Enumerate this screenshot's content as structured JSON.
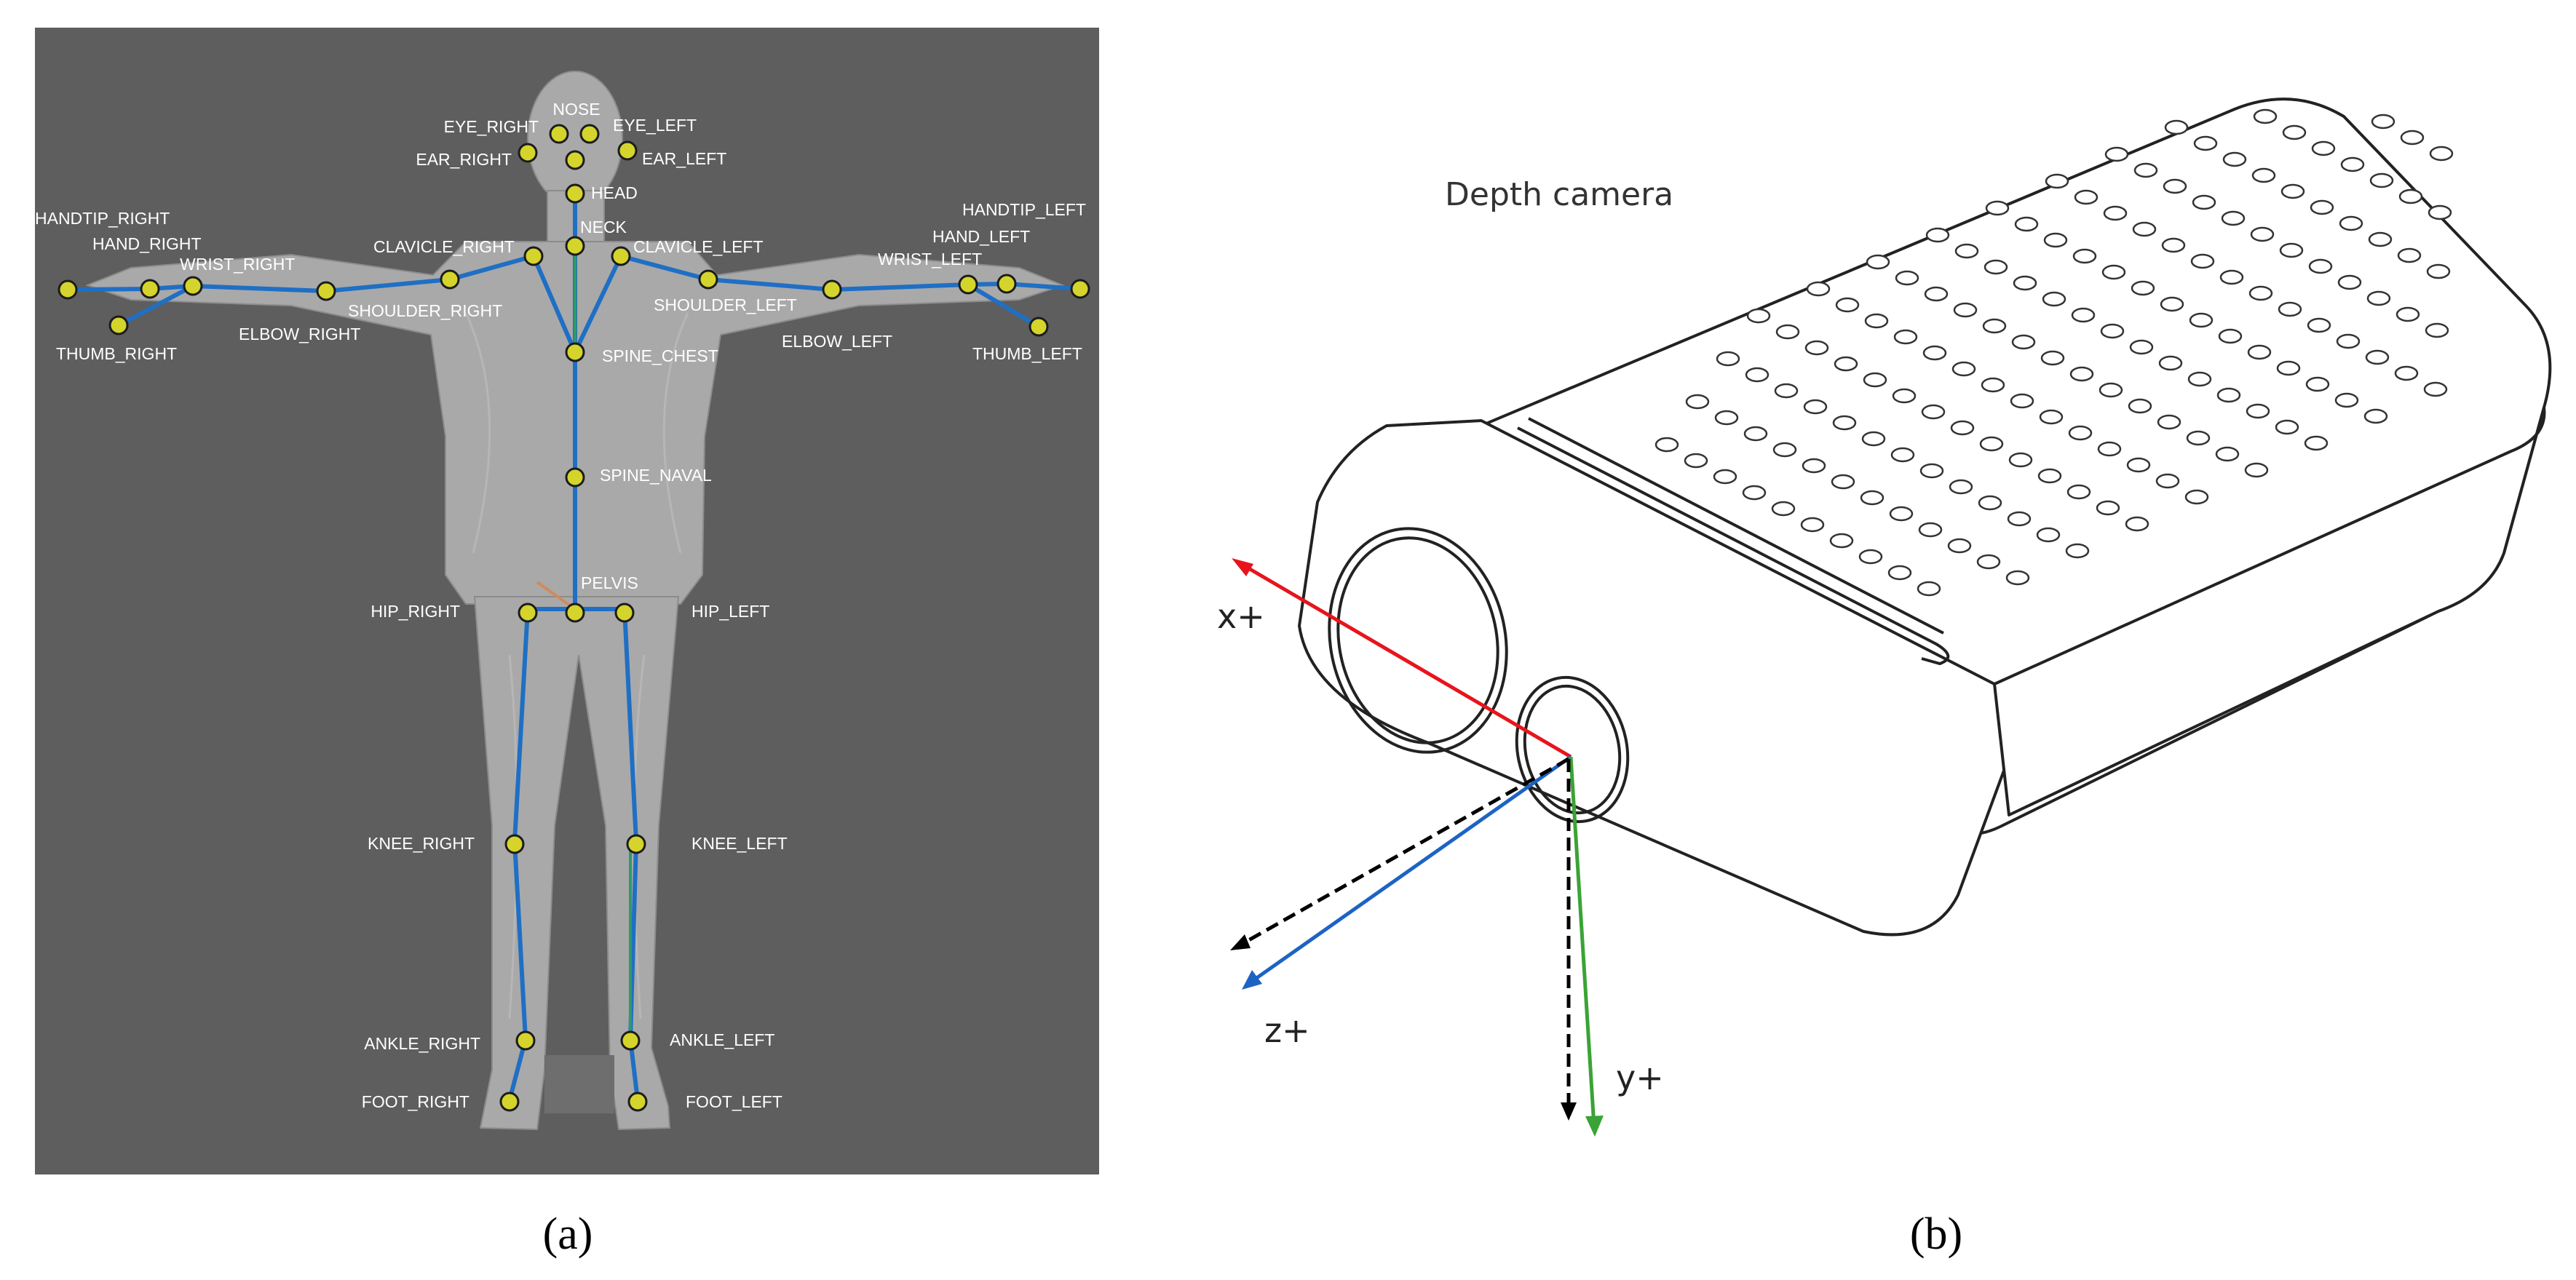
{
  "panel_a": {
    "caption": "(a)",
    "background": "#5e5e5e",
    "joint_color": "#d4d42c",
    "bone_color": "#1f6fc4",
    "joints": {
      "nose": "NOSE",
      "eye_right": "EYE_RIGHT",
      "eye_left": "EYE_LEFT",
      "ear_right": "EAR_RIGHT",
      "ear_left": "EAR_LEFT",
      "head": "HEAD",
      "neck": "NECK",
      "handtip_right": "HANDTIP_RIGHT",
      "hand_right": "HAND_RIGHT",
      "wrist_right": "WRIST_RIGHT",
      "clavicle_right": "CLAVICLE_RIGHT",
      "clavicle_left": "CLAVICLE_LEFT",
      "wrist_left": "WRIST_LEFT",
      "hand_left": "HAND_LEFT",
      "handtip_left": "HANDTIP_LEFT",
      "shoulder_right": "SHOULDER_RIGHT",
      "shoulder_left": "SHOULDER_LEFT",
      "elbow_right": "ELBOW_RIGHT",
      "elbow_left": "ELBOW_LEFT",
      "thumb_right": "THUMB_RIGHT",
      "thumb_left": "THUMB_LEFT",
      "spine_chest": "SPINE_CHEST",
      "spine_naval": "SPINE_NAVAL",
      "pelvis": "PELVIS",
      "hip_right": "HIP_RIGHT",
      "hip_left": "HIP_LEFT",
      "knee_right": "KNEE_RIGHT",
      "knee_left": "KNEE_LEFT",
      "ankle_right": "ANKLE_RIGHT",
      "ankle_left": "ANKLE_LEFT",
      "foot_right": "FOOT_RIGHT",
      "foot_left": "FOOT_LEFT"
    }
  },
  "panel_b": {
    "caption": "(b)",
    "title": "Depth camera",
    "axes": {
      "x": {
        "label": "x+",
        "color": "#e8141c"
      },
      "y": {
        "label": "y+",
        "color": "#3aa335"
      },
      "z": {
        "label": "z+",
        "color": "#1c63c4"
      }
    }
  }
}
